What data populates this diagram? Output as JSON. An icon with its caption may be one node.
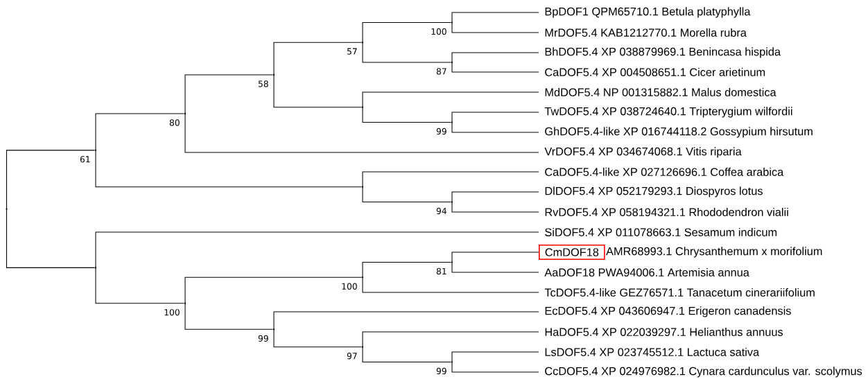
{
  "diagram": {
    "nodes": [
      {
        "text": [
          "BpDOF1 QPM65710.1 Betula platyphylla"
        ]
      },
      {
        "text": [
          "MrDOF5.4 KAB1212770.1 Morella rubra"
        ]
      },
      {
        "text": [
          "BhDOF5.4 XP 038879969.1 Benincasa hispida"
        ]
      },
      {
        "text": [
          "CaDOF5.4 XP 004508651.1 Cicer arietinum"
        ]
      },
      {
        "text": [
          "MdDOF5.4 NP 001315882.1 Malus domestica"
        ]
      },
      {
        "text": [
          "TwDOF5.4 XP 038724640.1 Tripterygium wilfordii"
        ]
      },
      {
        "text": [
          "GhDOF5.4-like XP 016744118.2 Gossypium hirsutum"
        ]
      },
      {
        "text": [
          "VrDOF5.4 XP 034674068.1 Vitis riparia"
        ]
      },
      {
        "text": [
          "CaDOF5.4-like XP 027126696.1 Coffea arabica"
        ]
      },
      {
        "text": [
          "DlDOF5.4 XP 052179293.1 Diospyros lotus"
        ]
      },
      {
        "text": [
          "RvDOF5.4 XP 058194321.1 Rhododendron vialii"
        ]
      },
      {
        "text": [
          "SiDOF5.4 XP 011078663.1 Sesamum indicum"
        ]
      },
      {
        "text": [
          "CmDOF18"
        ],
        "beside": [
          "AMR68993.1 Chrysanthemum x morifolium"
        ]
      },
      {
        "text": [
          "AaDOF18 PWA94006.1 Artemisia annua"
        ]
      },
      {
        "text": [
          "TcDOF5.4-like GEZ76571.1 Tanacetum cinerariifolium"
        ]
      },
      {
        "text": [
          "EcDOF5.4 XP 043606947.1 Erigeron canadensis"
        ]
      },
      {
        "text": [
          "HaDOF5.4 XP 022039297.1 Helianthus annuus"
        ]
      },
      {
        "text": [
          "LsDOF5.4 XP 023745512.1 Lactuca sativa"
        ]
      },
      {
        "text": [
          "CcDOF5.4 XP 024976982.1 Cynara cardunculus var. scolymus"
        ]
      },
      {
        "text": [],
        "shape": "point"
      },
      {
        "text": [],
        "shape": "point",
        "beside": [
          "61"
        ]
      },
      {
        "text": [],
        "shape": "point",
        "beside": [
          "80"
        ]
      },
      {
        "text": [],
        "shape": "point",
        "beside": [
          "58"
        ]
      },
      {
        "text": [],
        "shape": "point",
        "beside": [
          "57"
        ]
      },
      {
        "text": [],
        "shape": "point",
        "beside": [
          "100"
        ]
      },
      {
        "text": [],
        "shape": "point",
        "beside": [
          "87"
        ]
      },
      {
        "text": [],
        "shape": "point"
      },
      {
        "text": [],
        "shape": "point",
        "beside": [
          "99"
        ]
      },
      {
        "text": [],
        "shape": "point"
      },
      {
        "text": [],
        "shape": "point",
        "beside": [
          "94"
        ]
      },
      {
        "text": [],
        "shape": "point"
      },
      {
        "text": [],
        "shape": "point",
        "beside": [
          "100"
        ]
      },
      {
        "text": [],
        "shape": "point",
        "beside": [
          "100"
        ]
      },
      {
        "text": [],
        "shape": "point",
        "beside": [
          "81"
        ]
      },
      {
        "text": [],
        "shape": "point",
        "beside": [
          "99"
        ]
      },
      {
        "text": [],
        "shape": "point",
        "beside": [
          "97"
        ]
      },
      {
        "text": [],
        "shape": "point",
        "beside": [
          "99"
        ]
      }
    ],
    "edges": [
      {
        "from": 19,
        "to": 20,
        "arrow": "none"
      },
      {
        "from": 19,
        "to": 30,
        "arrow": "none"
      },
      {
        "from": 20,
        "to": 21,
        "arrow": "none"
      },
      {
        "from": 20,
        "to": 28,
        "arrow": "none"
      },
      {
        "from": 21,
        "to": 22,
        "arrow": "none"
      },
      {
        "from": 21,
        "to": 7,
        "arrow": "none"
      },
      {
        "from": 22,
        "to": 23,
        "arrow": "none"
      },
      {
        "from": 22,
        "to": 26,
        "arrow": "none"
      },
      {
        "from": 23,
        "to": 24,
        "arrow": "none"
      },
      {
        "from": 23,
        "to": 25,
        "arrow": "none"
      },
      {
        "from": 24,
        "to": 0,
        "arrow": "none"
      },
      {
        "from": 24,
        "to": 1,
        "arrow": "none"
      },
      {
        "from": 25,
        "to": 2,
        "arrow": "none"
      },
      {
        "from": 25,
        "to": 3,
        "arrow": "none"
      },
      {
        "from": 26,
        "to": 4,
        "arrow": "none"
      },
      {
        "from": 26,
        "to": 27,
        "arrow": "none"
      },
      {
        "from": 27,
        "to": 5,
        "arrow": "none"
      },
      {
        "from": 27,
        "to": 6,
        "arrow": "none"
      },
      {
        "from": 28,
        "to": 8,
        "arrow": "none"
      },
      {
        "from": 28,
        "to": 29,
        "arrow": "none"
      },
      {
        "from": 29,
        "to": 9,
        "arrow": "none"
      },
      {
        "from": 29,
        "to": 10,
        "arrow": "none"
      },
      {
        "from": 30,
        "to": 11,
        "arrow": "none"
      },
      {
        "from": 30,
        "to": 31,
        "arrow": "none"
      },
      {
        "from": 31,
        "to": 32,
        "arrow": "none"
      },
      {
        "from": 31,
        "to": 34,
        "arrow": "none"
      },
      {
        "from": 32,
        "to": 33,
        "arrow": "none"
      },
      {
        "from": 32,
        "to": 14,
        "arrow": "none"
      },
      {
        "from": 33,
        "to": 12,
        "arrow": "none"
      },
      {
        "from": 33,
        "to": 13,
        "arrow": "none"
      },
      {
        "from": 34,
        "to": 15,
        "arrow": "none"
      },
      {
        "from": 34,
        "to": 35,
        "arrow": "none"
      },
      {
        "from": 35,
        "to": 16,
        "arrow": "none"
      },
      {
        "from": 35,
        "to": 36,
        "arrow": "none"
      },
      {
        "from": 36,
        "to": 17,
        "arrow": "none"
      },
      {
        "from": 36,
        "to": 18,
        "arrow": "none"
      }
    ]
  }
}
